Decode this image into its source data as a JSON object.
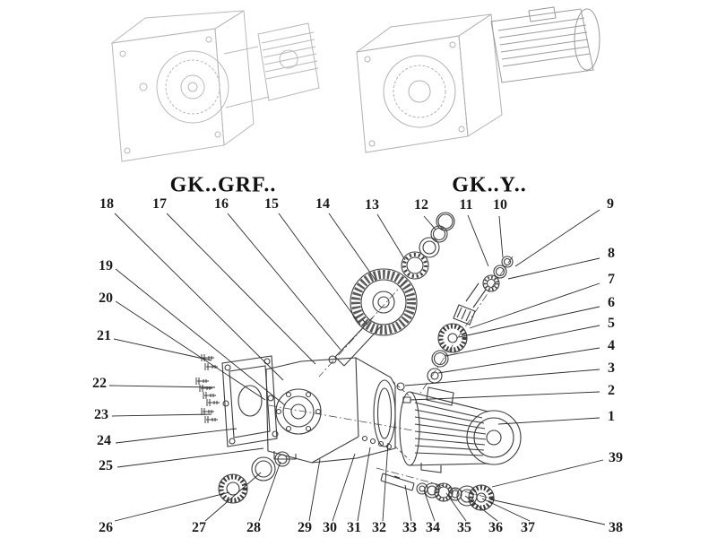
{
  "diagram": {
    "variant_labels": {
      "grf": "GK..GRF..",
      "y": "GK..Y.."
    },
    "callouts": {
      "c1": "1",
      "c2": "2",
      "c3": "3",
      "c4": "4",
      "c5": "5",
      "c6": "6",
      "c7": "7",
      "c8": "8",
      "c9": "9",
      "c10": "10",
      "c11": "11",
      "c12": "12",
      "c13": "13",
      "c14": "14",
      "c15": "15",
      "c16": "16",
      "c17": "17",
      "c18": "18",
      "c19": "19",
      "c20": "20",
      "c21": "21",
      "c22": "22",
      "c23": "23",
      "c24": "24",
      "c25": "25",
      "c26": "26",
      "c27": "27",
      "c28": "28",
      "c29": "29",
      "c30": "30",
      "c31": "31",
      "c32": "32",
      "c33": "33",
      "c34": "34",
      "c35": "35",
      "c36": "36",
      "c37": "37",
      "c38": "38",
      "c39": "39"
    }
  }
}
